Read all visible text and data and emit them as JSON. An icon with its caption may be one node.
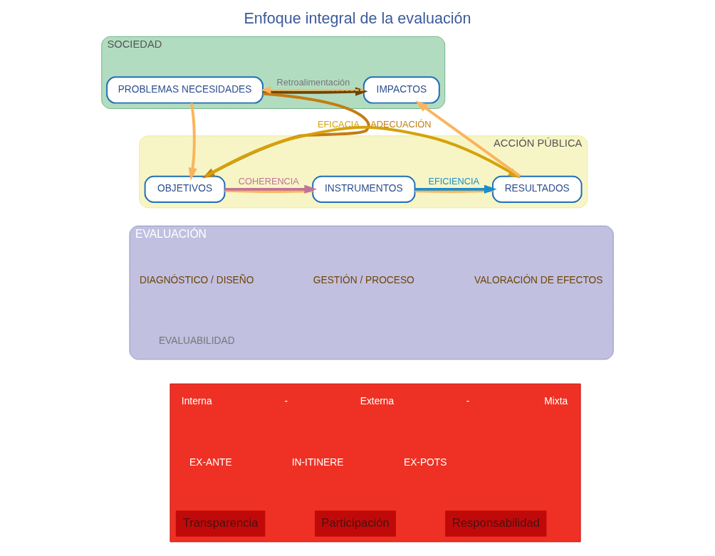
{
  "diagram": {
    "title": "Enfoque integral de la evaluación",
    "nodes": [
      {
        "text": [
          "SOCIEDAD"
        ]
      },
      {
        "text": [
          "PROBLEMAS NECESIDADES"
        ],
        "in": 0
      },
      {
        "text": [
          "IMPACTOS"
        ],
        "in": 0
      },
      {
        "text": [
          "ACCIÓN PÚBLICA"
        ]
      },
      {
        "text": [
          "OBJETIVOS"
        ],
        "in": 3
      },
      {
        "text": [
          "INSTRUMENTOS"
        ],
        "in": 3
      },
      {
        "text": [
          "RESULTADOS"
        ],
        "in": 3
      },
      {
        "text": [
          "EVALUACIÓN"
        ]
      },
      {
        "text": [],
        "shape": "box"
      }
    ],
    "edges": [
      {
        "from": 1,
        "to": 4,
        "arrow": "to",
        "color": "#fbb45c"
      },
      {
        "from": 4,
        "to": 5,
        "arrow": "none",
        "color": "#fbb45c"
      },
      {
        "from": 5,
        "to": 6,
        "arrow": "none",
        "color": "#fbb45c"
      },
      {
        "from": 6,
        "to": 2,
        "arrow": "to",
        "color": "#fbb45c"
      },
      {
        "from": 2,
        "to": 1,
        "arrow": "to",
        "label": "Retroalimentación",
        "style": "dashed",
        "color": "#fbb45c"
      },
      {
        "from": 1,
        "to": 4,
        "arrow": "to",
        "label": "ADECUACIÓN",
        "color": "#c47c12"
      },
      {
        "from": 4,
        "to": 5,
        "arrow": "to",
        "label": "COHERENCIA",
        "color": "#c07498"
      },
      {
        "from": 4,
        "to": 6,
        "arrow": "to",
        "label": "EFICACIA",
        "color": "#d4a20a"
      },
      {
        "from": 5,
        "to": 6,
        "arrow": "to",
        "label": "EFICIENCIA",
        "color": "#1a8fcc"
      },
      {
        "from": 1,
        "to": 2,
        "arrow": "to",
        "color": "#6e4506"
      }
    ],
    "labels": [
      "DIAGNÓSTICO / DISEÑO",
      "GESTIÓN / PROCESO",
      "VALORACIÓN DE EFECTOS",
      "EVALUABILIDAD",
      "Interna",
      "-",
      "Externa",
      "-",
      "Mixta",
      "EX-ANTE",
      "IN-ITINERE",
      "EX-POTS",
      "Transparencia",
      "Participación",
      "Responsabilidad"
    ]
  }
}
